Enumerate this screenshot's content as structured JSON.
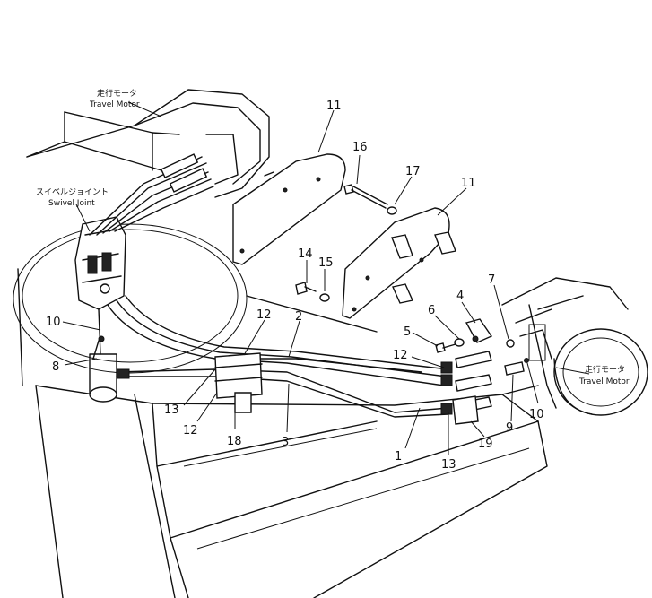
{
  "labels": {
    "travel_motor_top_jp": "走行モータ",
    "travel_motor_top_en": "Travel Motor",
    "swivel_joint_jp": "スイベルジョイント",
    "swivel_joint_en": "Swivel Joint",
    "travel_motor_right_jp": "走行モータ",
    "travel_motor_right_en": "Travel Motor"
  },
  "callouts": {
    "c1": "1",
    "c2": "2",
    "c3": "3",
    "c4": "4",
    "c5": "5",
    "c6": "6",
    "c7": "7",
    "c8": "8",
    "c9": "9",
    "c10a": "10",
    "c10b": "10",
    "c11a": "11",
    "c11b": "11",
    "c12a": "12",
    "c12b": "12",
    "c12c": "12",
    "c13a": "13",
    "c13b": "13",
    "c14": "14",
    "c15": "15",
    "c16": "16",
    "c17": "17",
    "c18": "18",
    "c19": "19"
  }
}
